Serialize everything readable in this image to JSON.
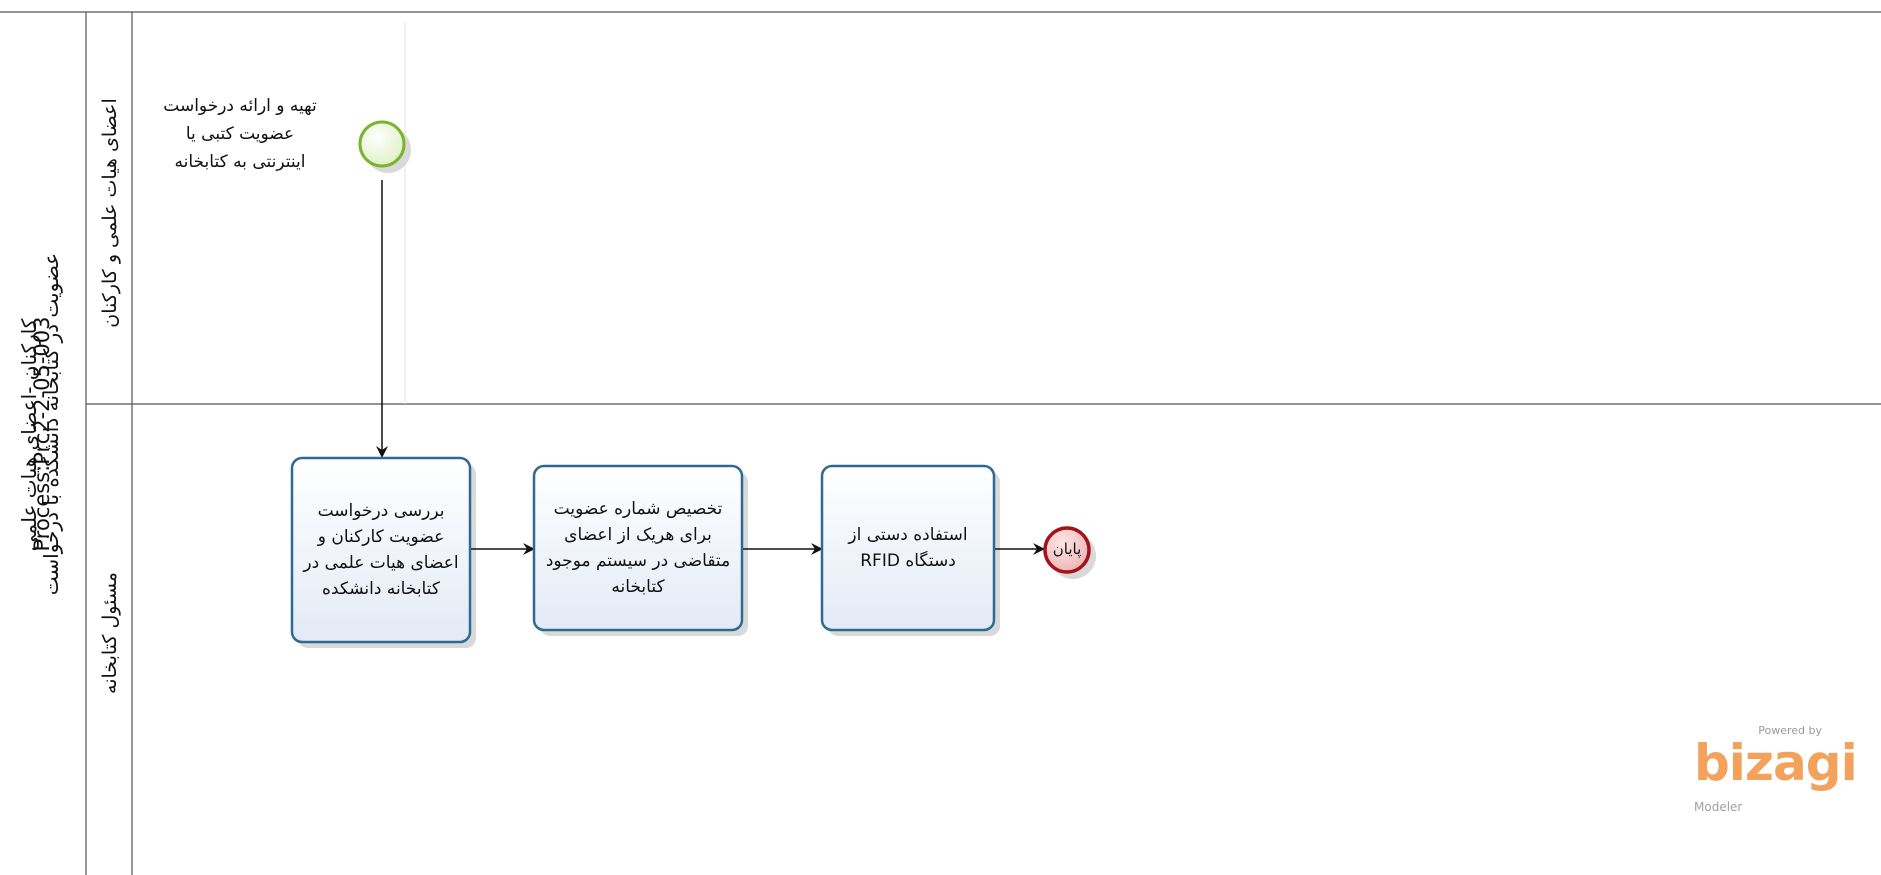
{
  "pool": {
    "title": "Process:Prc2-2-05-003",
    "name_line1": "عضویت در کتابخانه دانشکده با درخواست",
    "name_line2": "کارکنان -اعضای هیات علمی"
  },
  "lanes": [
    {
      "label": "اعضای هیات علمی و کارکنان"
    },
    {
      "label": "مسئول کتابخانه"
    }
  ],
  "start_event": {
    "label_line1": "تهیه و ارائه درخواست",
    "label_line2": "عضویت کتبی یا",
    "label_line3": "اینترنتی به کتابخانه"
  },
  "tasks": [
    {
      "label": "بررسی درخواست عضویت کارکنان و اعضای هیات علمی در کتابخانه دانشکده"
    },
    {
      "label": "تخصیص شماره عضویت برای هریک از اعضای متقاضی در سیستم موجود کتابخانه"
    },
    {
      "label": "استفاده دستی از دستگاه RFID"
    }
  ],
  "end_event": {
    "label": "پایان"
  },
  "watermark": {
    "powered_by": "Powered by",
    "brand": "bizagi",
    "product": "Modeler"
  },
  "colors": {
    "task_border": "#2f6a94",
    "task_fill": "#eef2fa",
    "start_stroke": "#7ab32e",
    "start_fill": "#eaf6d6",
    "end_stroke": "#a0151b",
    "end_fill": "#f5c9c9",
    "brand": "#f3a25b"
  }
}
